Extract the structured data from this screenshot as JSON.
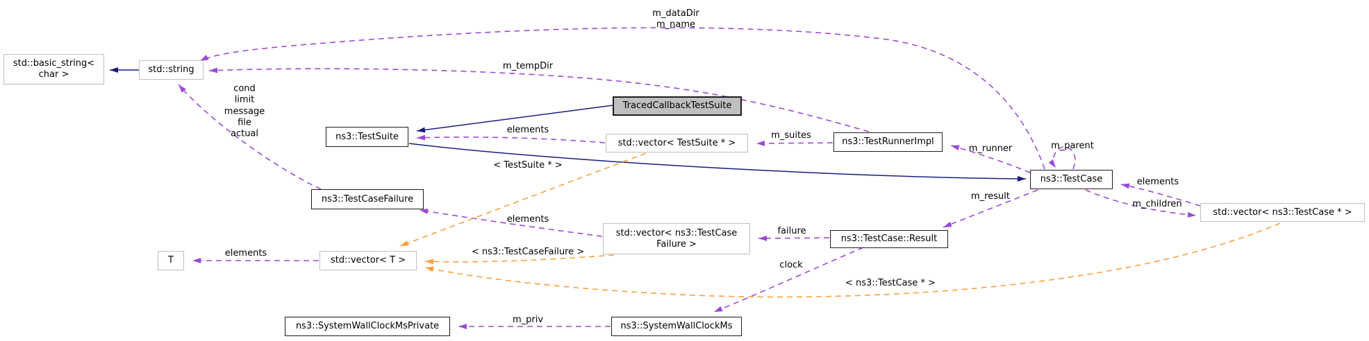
{
  "diagram": {
    "kind": "collaboration-graph",
    "highlighted_node": "TracedCallbackTestSuite"
  },
  "colors": {
    "inheritance_edge": "#1a1a80",
    "usage_edge": "#9c49d6",
    "template_edge": "#fba03c",
    "node_border_dark": "#1c1c1c",
    "node_border_light": "#bfbfbf",
    "highlight_fill": "#bfbfbf",
    "node_fill": "#ffffff"
  },
  "nodes": {
    "basic_string": {
      "label": "std::basic_string<\nchar >"
    },
    "std_string": {
      "label": "std::string"
    },
    "traced_callback_test_suite": {
      "label": "TracedCallbackTestSuite"
    },
    "test_suite": {
      "label": "ns3::TestSuite"
    },
    "vector_test_suite_ptr": {
      "label": "std::vector< TestSuite * >"
    },
    "test_runner_impl": {
      "label": "ns3::TestRunnerImpl"
    },
    "test_case": {
      "label": "ns3::TestCase"
    },
    "vector_test_case_ptr": {
      "label": "std::vector< ns3::TestCase * >"
    },
    "test_case_failure": {
      "label": "ns3::TestCaseFailure"
    },
    "vector_test_case_failure": {
      "label": "std::vector< ns3::TestCase\nFailure >"
    },
    "test_case_result": {
      "label": "ns3::TestCase::Result"
    },
    "t": {
      "label": "T"
    },
    "vector_t": {
      "label": "std::vector< T >"
    },
    "system_wall_clock_ms_private": {
      "label": "ns3::SystemWallClockMsPrivate"
    },
    "system_wall_clock_ms": {
      "label": "ns3::SystemWallClockMs"
    }
  },
  "edge_labels": {
    "m_datadir_m_name": "m_dataDir\nm_name",
    "m_tempdir": "m_tempDir",
    "cond_limit_message_file_actual": "cond\nlimit\nmessage\nfile\nactual",
    "elements_suites": "elements",
    "template_test_suite_ptr": "< TestSuite * >",
    "m_suites": "m_suites",
    "m_runner": "m_runner",
    "m_parent": "m_parent",
    "elements_children": "elements",
    "m_children": "m_children",
    "m_result": "m_result",
    "failure": "failure",
    "clock": "clock",
    "elements_failures": "elements",
    "template_test_case_failure": "< ns3::TestCaseFailure >",
    "template_test_case_ptr": "< ns3::TestCase * >",
    "m_priv": "m_priv",
    "elements_t": "elements"
  }
}
